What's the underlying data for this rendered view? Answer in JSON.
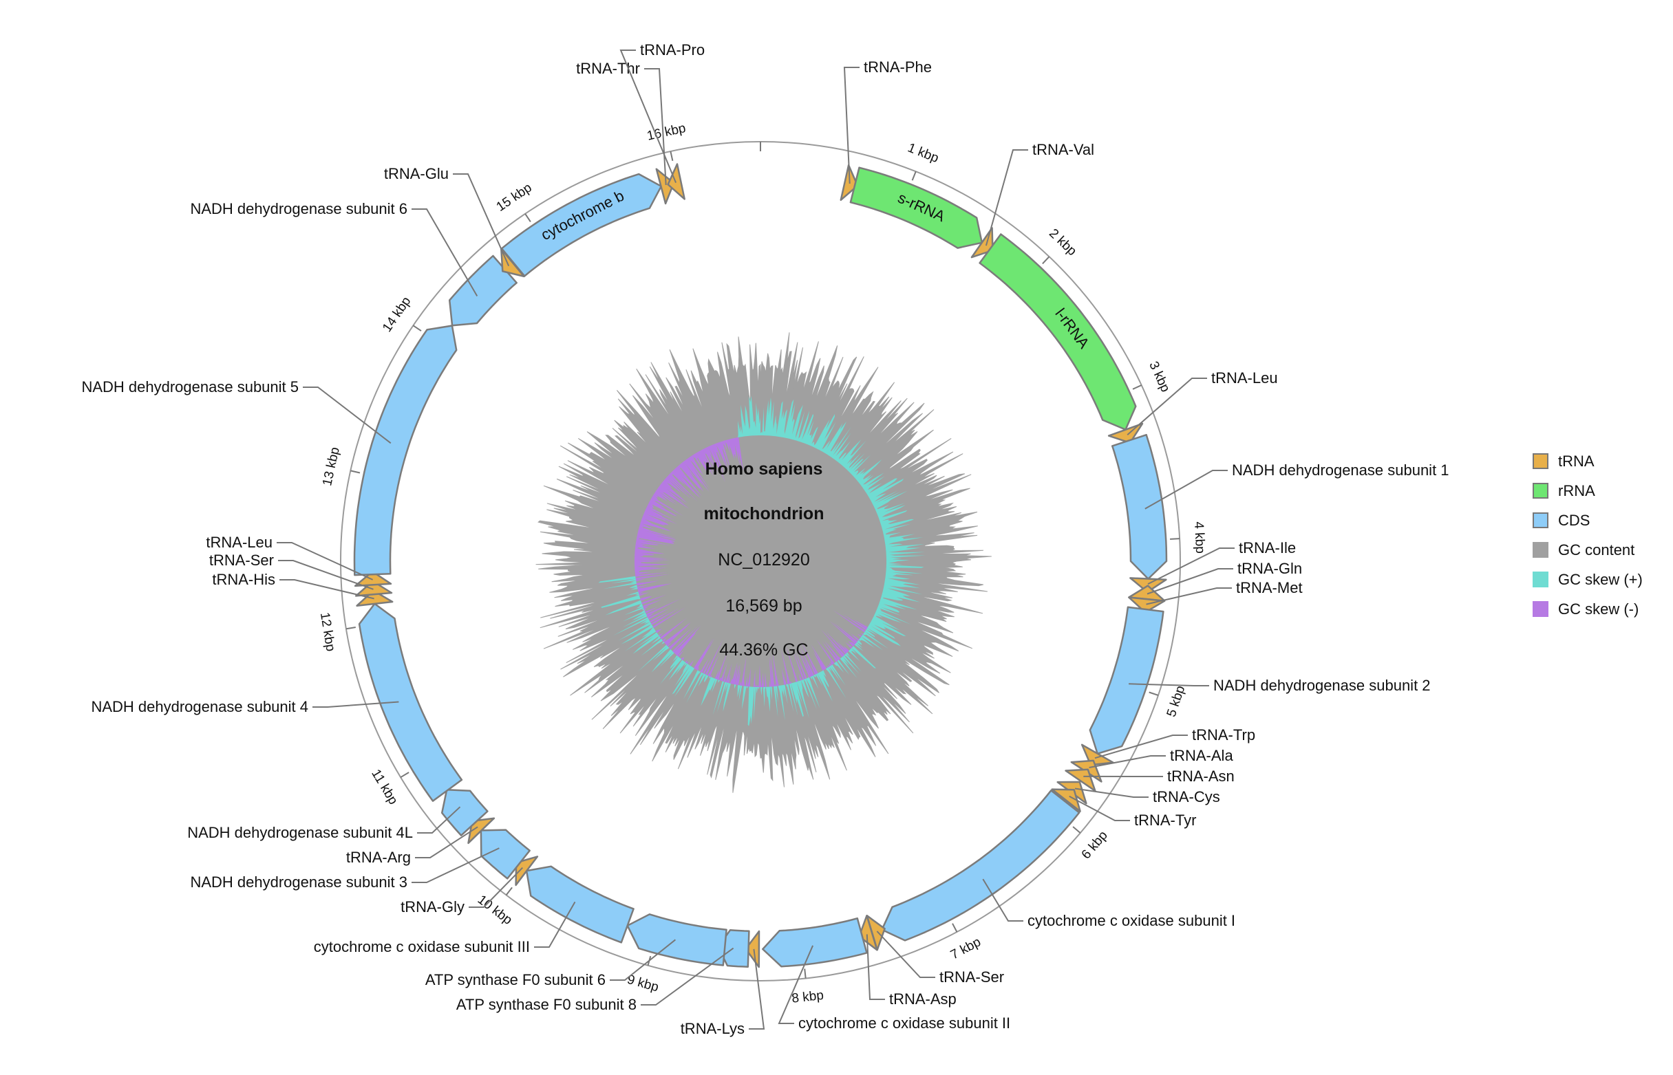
{
  "organism": "Homo sapiens",
  "molecule": "mitochondrion",
  "accession": "NC_012920",
  "length_label": "16,569 bp",
  "gc_label": "44.36% GC",
  "colors": {
    "tRNA": "#e8b04a",
    "rRNA": "#6ee672",
    "CDS": "#8ecdf8",
    "gc_content": "#a0a0a0",
    "gc_skew_pos": "#6fdcd2",
    "gc_skew_neg": "#b67ae3",
    "outline": "#7b7b7b"
  },
  "legend": [
    {
      "label": "tRNA",
      "color": "#e8b04a"
    },
    {
      "label": "rRNA",
      "color": "#6ee672"
    },
    {
      "label": "CDS",
      "color": "#8ecdf8"
    },
    {
      "label": "GC content",
      "color": "#a0a0a0"
    },
    {
      "label": "GC skew (+)",
      "color": "#6fdcd2"
    },
    {
      "label": "GC skew (-)",
      "color": "#b67ae3"
    }
  ],
  "genome_length": 16569,
  "ticks": [
    {
      "pos": 1000,
      "label": "1 kbp"
    },
    {
      "pos": 2000,
      "label": "2 kbp"
    },
    {
      "pos": 3000,
      "label": "3 kbp"
    },
    {
      "pos": 4000,
      "label": "4 kbp"
    },
    {
      "pos": 5000,
      "label": "5 kbp"
    },
    {
      "pos": 6000,
      "label": "6 kbp"
    },
    {
      "pos": 7000,
      "label": "7 kbp"
    },
    {
      "pos": 8000,
      "label": "8 kbp"
    },
    {
      "pos": 9000,
      "label": "9 kbp"
    },
    {
      "pos": 10000,
      "label": "10 kbp"
    },
    {
      "pos": 11000,
      "label": "11 kbp"
    },
    {
      "pos": 12000,
      "label": "12 kbp"
    },
    {
      "pos": 13000,
      "label": "13 kbp"
    },
    {
      "pos": 14000,
      "label": "14 kbp"
    },
    {
      "pos": 15000,
      "label": "15 kbp"
    },
    {
      "pos": 16000,
      "label": "16 kbp"
    }
  ],
  "features": [
    {
      "name": "tRNA-Phe",
      "type": "tRNA",
      "start": 577,
      "end": 647,
      "strand": 1,
      "inner_label": false
    },
    {
      "name": "s-rRNA",
      "type": "rRNA",
      "start": 648,
      "end": 1601,
      "strand": 1,
      "inner_label": true
    },
    {
      "name": "tRNA-Val",
      "type": "tRNA",
      "start": 1602,
      "end": 1670,
      "strand": 1,
      "inner_label": false
    },
    {
      "name": "l-rRNA",
      "type": "rRNA",
      "start": 1671,
      "end": 3229,
      "strand": 1,
      "inner_label": true
    },
    {
      "name": "tRNA-Leu",
      "type": "tRNA",
      "start": 3230,
      "end": 3304,
      "strand": 1,
      "inner_label": false
    },
    {
      "name": "NADH dehydrogenase subunit 1",
      "type": "CDS",
      "start": 3307,
      "end": 4262,
      "strand": 1,
      "inner_label": false
    },
    {
      "name": "tRNA-Ile",
      "type": "tRNA",
      "start": 4263,
      "end": 4331,
      "strand": 1,
      "inner_label": false
    },
    {
      "name": "tRNA-Gln",
      "type": "tRNA",
      "start": 4329,
      "end": 4400,
      "strand": -1,
      "inner_label": false
    },
    {
      "name": "tRNA-Met",
      "type": "tRNA",
      "start": 4402,
      "end": 4469,
      "strand": 1,
      "inner_label": false
    },
    {
      "name": "NADH dehydrogenase subunit 2",
      "type": "CDS",
      "start": 4470,
      "end": 5511,
      "strand": 1,
      "inner_label": false
    },
    {
      "name": "tRNA-Trp",
      "type": "tRNA",
      "start": 5512,
      "end": 5579,
      "strand": 1,
      "inner_label": false
    },
    {
      "name": "tRNA-Ala",
      "type": "tRNA",
      "start": 5587,
      "end": 5655,
      "strand": -1,
      "inner_label": false
    },
    {
      "name": "tRNA-Asn",
      "type": "tRNA",
      "start": 5657,
      "end": 5729,
      "strand": -1,
      "inner_label": false
    },
    {
      "name": "tRNA-Cys",
      "type": "tRNA",
      "start": 5761,
      "end": 5826,
      "strand": -1,
      "inner_label": false
    },
    {
      "name": "tRNA-Tyr",
      "type": "tRNA",
      "start": 5826,
      "end": 5891,
      "strand": -1,
      "inner_label": false
    },
    {
      "name": "cytochrome c oxidase subunit I",
      "type": "CDS",
      "start": 5904,
      "end": 7445,
      "strand": 1,
      "inner_label": false
    },
    {
      "name": "tRNA-Ser",
      "type": "tRNA",
      "start": 7446,
      "end": 7514,
      "strand": -1,
      "inner_label": false
    },
    {
      "name": "tRNA-Asp",
      "type": "tRNA",
      "start": 7518,
      "end": 7585,
      "strand": 1,
      "inner_label": false
    },
    {
      "name": "cytochrome c oxidase subunit II",
      "type": "CDS",
      "start": 7586,
      "end": 8269,
      "strand": 1,
      "inner_label": false
    },
    {
      "name": "tRNA-Lys",
      "type": "tRNA",
      "start": 8295,
      "end": 8364,
      "strand": 1,
      "inner_label": false
    },
    {
      "name": "ATP synthase F0 subunit 8",
      "type": "CDS",
      "start": 8366,
      "end": 8572,
      "strand": 1,
      "inner_label": false
    },
    {
      "name": "ATP synthase F0 subunit 6",
      "type": "CDS",
      "start": 8527,
      "end": 9207,
      "strand": 1,
      "inner_label": false
    },
    {
      "name": "cytochrome c oxidase subunit III",
      "type": "CDS",
      "start": 9207,
      "end": 9990,
      "strand": 1,
      "inner_label": false
    },
    {
      "name": "tRNA-Gly",
      "type": "tRNA",
      "start": 9991,
      "end": 10058,
      "strand": 1,
      "inner_label": false
    },
    {
      "name": "NADH dehydrogenase subunit 3",
      "type": "CDS",
      "start": 10059,
      "end": 10404,
      "strand": 1,
      "inner_label": false
    },
    {
      "name": "tRNA-Arg",
      "type": "tRNA",
      "start": 10405,
      "end": 10469,
      "strand": 1,
      "inner_label": false
    },
    {
      "name": "NADH dehydrogenase subunit 4L",
      "type": "CDS",
      "start": 10470,
      "end": 10766,
      "strand": 1,
      "inner_label": false
    },
    {
      "name": "NADH dehydrogenase subunit 4",
      "type": "CDS",
      "start": 10760,
      "end": 12137,
      "strand": 1,
      "inner_label": false
    },
    {
      "name": "tRNA-His",
      "type": "tRNA",
      "start": 12138,
      "end": 12206,
      "strand": 1,
      "inner_label": false
    },
    {
      "name": "tRNA-Ser",
      "type": "tRNA",
      "start": 12207,
      "end": 12265,
      "strand": 1,
      "inner_label": false
    },
    {
      "name": "tRNA-Leu",
      "type": "tRNA",
      "start": 12266,
      "end": 12336,
      "strand": 1,
      "inner_label": false
    },
    {
      "name": "NADH dehydrogenase subunit 5",
      "type": "CDS",
      "start": 12337,
      "end": 14148,
      "strand": 1,
      "inner_label": false
    },
    {
      "name": "NADH dehydrogenase subunit 6",
      "type": "CDS",
      "start": 14149,
      "end": 14673,
      "strand": -1,
      "inner_label": false
    },
    {
      "name": "tRNA-Glu",
      "type": "tRNA",
      "start": 14674,
      "end": 14742,
      "strand": -1,
      "inner_label": false
    },
    {
      "name": "cytochrome b",
      "type": "CDS",
      "start": 14747,
      "end": 15887,
      "strand": 1,
      "inner_label": true
    },
    {
      "name": "tRNA-Thr",
      "type": "tRNA",
      "start": 15888,
      "end": 15953,
      "strand": 1,
      "inner_label": false
    },
    {
      "name": "tRNA-Pro",
      "type": "tRNA",
      "start": 15956,
      "end": 16023,
      "strand": -1,
      "inner_label": false
    }
  ],
  "callouts": [
    {
      "feature": 0,
      "text": "tRNA-Phe",
      "anchor": "start"
    },
    {
      "feature": 2,
      "text": "tRNA-Val",
      "anchor": "start"
    },
    {
      "feature": 4,
      "text": "tRNA-Leu",
      "anchor": "start"
    },
    {
      "feature": 5,
      "text": "NADH dehydrogenase subunit 1",
      "anchor": "start"
    },
    {
      "feature": 6,
      "text": "tRNA-Ile",
      "anchor": "start"
    },
    {
      "feature": 7,
      "text": "tRNA-Gln",
      "anchor": "start"
    },
    {
      "feature": 8,
      "text": "tRNA-Met",
      "anchor": "start"
    },
    {
      "feature": 9,
      "text": "NADH dehydrogenase subunit 2",
      "anchor": "start"
    },
    {
      "feature": 10,
      "text": "tRNA-Trp",
      "anchor": "start"
    },
    {
      "feature": 11,
      "text": "tRNA-Ala",
      "anchor": "start"
    },
    {
      "feature": 12,
      "text": "tRNA-Asn",
      "anchor": "start"
    },
    {
      "feature": 13,
      "text": "tRNA-Cys",
      "anchor": "start"
    },
    {
      "feature": 14,
      "text": "tRNA-Tyr",
      "anchor": "start"
    },
    {
      "feature": 15,
      "text": "cytochrome c oxidase subunit I",
      "anchor": "start"
    },
    {
      "feature": 16,
      "text": "tRNA-Ser",
      "anchor": "start"
    },
    {
      "feature": 17,
      "text": "tRNA-Asp",
      "anchor": "start"
    },
    {
      "feature": 18,
      "text": "cytochrome c oxidase subunit II",
      "anchor": "start"
    },
    {
      "feature": 19,
      "text": "tRNA-Lys",
      "anchor": "end"
    },
    {
      "feature": 20,
      "text": "ATP synthase F0 subunit 8",
      "anchor": "end"
    },
    {
      "feature": 21,
      "text": "ATP synthase F0 subunit 6",
      "anchor": "end"
    },
    {
      "feature": 22,
      "text": "cytochrome c oxidase subunit III",
      "anchor": "end"
    },
    {
      "feature": 23,
      "text": "tRNA-Gly",
      "anchor": "end"
    },
    {
      "feature": 24,
      "text": "NADH dehydrogenase subunit 3",
      "anchor": "end"
    },
    {
      "feature": 25,
      "text": "tRNA-Arg",
      "anchor": "end"
    },
    {
      "feature": 26,
      "text": "NADH dehydrogenase subunit 4L",
      "anchor": "end"
    },
    {
      "feature": 27,
      "text": "NADH dehydrogenase subunit 4",
      "anchor": "end"
    },
    {
      "feature": 28,
      "text": "tRNA-His",
      "anchor": "end"
    },
    {
      "feature": 29,
      "text": "tRNA-Ser",
      "anchor": "end"
    },
    {
      "feature": 30,
      "text": "tRNA-Leu",
      "anchor": "end"
    },
    {
      "feature": 31,
      "text": "NADH dehydrogenase subunit 5",
      "anchor": "end"
    },
    {
      "feature": 32,
      "text": "NADH dehydrogenase subunit 6",
      "anchor": "end"
    },
    {
      "feature": 33,
      "text": "tRNA-Glu",
      "anchor": "end"
    },
    {
      "feature": 35,
      "text": "tRNA-Thr",
      "anchor": "end"
    },
    {
      "feature": 36,
      "text": "tRNA-Pro",
      "anchor": "start"
    }
  ]
}
